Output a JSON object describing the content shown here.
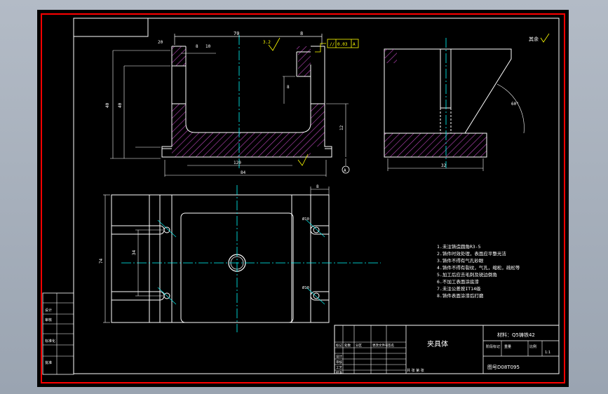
{
  "drawing": {
    "title": "夹具体",
    "material": "材料：Q5铸铁42",
    "drawing_number": "图号D08T095",
    "scale_label": "比例",
    "scale_value": "1:1",
    "roughness_note": "其余",
    "tolerance_frame": {
      "symbol": "//",
      "value": "0.03",
      "datum": "A"
    },
    "section_label": "A"
  },
  "dimensions": {
    "front_top_width": "70",
    "front_right_top": "8",
    "front_left_small": "20",
    "front_left_small2": "8",
    "front_left_small3": "10",
    "front_left_height": "40",
    "front_left_height2": "40",
    "front_right_mid": "8",
    "front_right_lower": "12",
    "front_bottom_inner": "120",
    "front_bottom_total": "84",
    "side_base_width": "32",
    "side_angle": "60°",
    "top_right_small": "8",
    "top_slot_1": "Ø10",
    "top_slot_2": "Ø10",
    "top_left_height": "74",
    "top_left_inner": "34"
  },
  "notes": [
    "1.未注铸造圆角R3-5",
    "2.铸件时效处理，表面应平整光洁",
    "3.铸件不得有气孔砂眼",
    "4.铸件不得有裂纹，气孔，缩松，疏松等",
    "5.加工后应去毛刺及锐边倒角",
    "6.不加工表面涂底漆",
    "7.未注公差按IT14级",
    "8.铸件表面涂漆后打磨"
  ],
  "left_table": {
    "rows": [
      "",
      "设计",
      "审核",
      "",
      "标准化",
      "",
      "批准"
    ]
  },
  "title_block": {
    "designer_label": "设计",
    "checker_label": "审核",
    "process_label": "工艺",
    "approve_label": "批准",
    "marks_row": [
      "标记",
      "处数",
      "分区",
      "更改文件号",
      "签名",
      "年月日"
    ],
    "stage_label": "阶段标记",
    "weight_label": "重量",
    "sheet_label": "共 张 第 张"
  },
  "colors": {
    "background": "#000000",
    "frame": "#ff0000",
    "outline": "#ffffff",
    "centerline": "#00ffff",
    "hatch": "#cc44cc",
    "dimension": "#ffffff",
    "annotation_yellow": "#ffff00",
    "chrome": "#a7b0bc"
  }
}
